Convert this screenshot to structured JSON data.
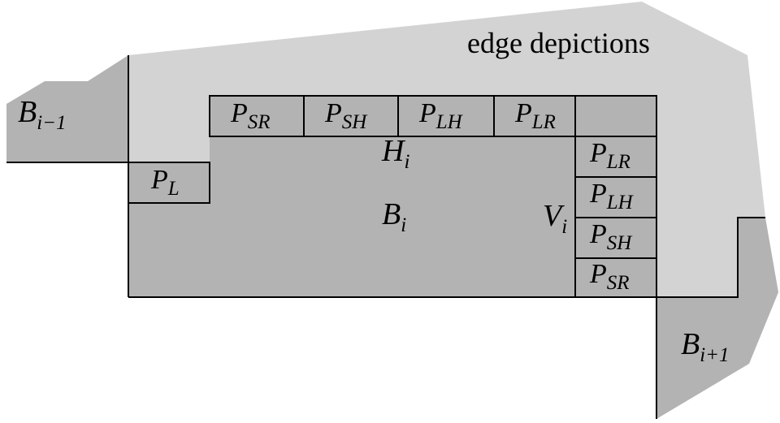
{
  "title": "edge depictions",
  "colors": {
    "light_region": "#d3d3d3",
    "block_fill": "#b3b3b3",
    "neighbor_fill": "#b3b3b3",
    "stroke": "#000000"
  },
  "labels": {
    "prev_block": {
      "base": "B",
      "sub": "i−1"
    },
    "next_block": {
      "base": "B",
      "sub": "i+1"
    },
    "block": {
      "base": "B",
      "sub": "i"
    },
    "horizontal_edge": {
      "base": "H",
      "sub": "i"
    },
    "vertical_edge": {
      "base": "V",
      "sub": "i"
    },
    "p_l": {
      "base": "P",
      "sub": "L"
    },
    "top_row": [
      {
        "base": "P",
        "sub": "SR"
      },
      {
        "base": "P",
        "sub": "SH"
      },
      {
        "base": "P",
        "sub": "LH"
      },
      {
        "base": "P",
        "sub": "LR"
      }
    ],
    "right_column": [
      {
        "base": "P",
        "sub": "LR"
      },
      {
        "base": "P",
        "sub": "LH"
      },
      {
        "base": "P",
        "sub": "SH"
      },
      {
        "base": "P",
        "sub": "SR"
      }
    ]
  }
}
